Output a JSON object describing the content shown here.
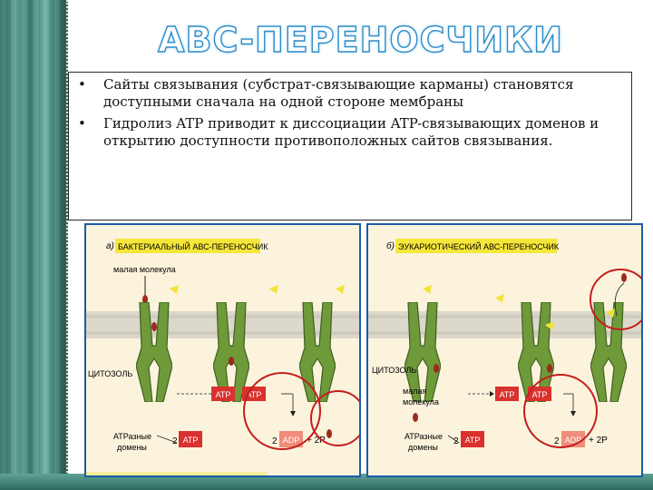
{
  "title": "ABC-ПЕРЕНОСЧИКИ",
  "bullets": [
    "Сайты связывания (субстрат-связывающие карманы) становятся доступными сначала на одной стороне мембраны",
    "Гидролиз ATP приводит к диссоциации ATP-связывающих доменов и открытию доступности противоположных сайтов связывания."
  ],
  "bullet_marker": "•",
  "figure_a": {
    "letter": "а)",
    "header": "БАКТЕРИАЛЬНЫЙ АВС-ПЕРЕНОСЧИК",
    "small_molecule": "малая молекула",
    "cytosol": "ЦИТОЗОЛЬ",
    "atp_domains": [
      "АТРазные",
      "домены"
    ],
    "atp": "ATP",
    "adp": "ADP",
    "two": "2",
    "plus_2p": "+ 2P"
  },
  "figure_b": {
    "letter": "б)",
    "header": "ЭУКАРИОТИЧЕСКИЙ АВС-ПЕРЕНОСЧИК",
    "small_molecule": [
      "малая",
      "молекула"
    ],
    "cytosol": "ЦИТОЗОЛЬ",
    "atp_domains": [
      "АТРазные",
      "домены"
    ],
    "atp": "ATP",
    "adp": "ADP",
    "two": "2",
    "plus_2p": "+ 2P"
  },
  "colors": {
    "title_outline": "#2e8cc8",
    "protein": "#6f9a3a",
    "membrane": "#dcd8cc",
    "atp_box": "#d9312e",
    "adp_box": "#f08c7a",
    "header_bg": "#f5e63a",
    "circle": "#c41e1e",
    "molecule": "#9c2a1c",
    "figure_border": "#1d5aa8"
  }
}
